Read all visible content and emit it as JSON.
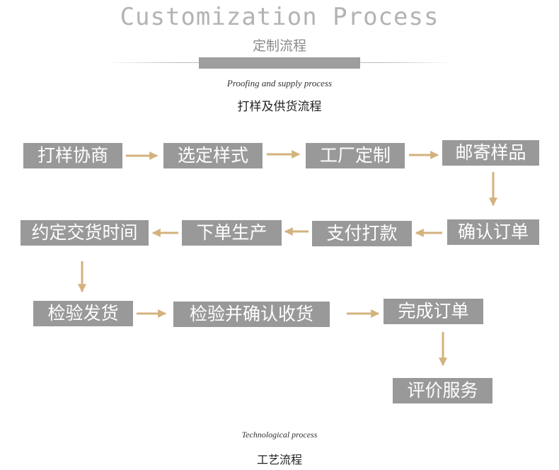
{
  "header": {
    "title": "Customization Process",
    "subtitle": "定制流程"
  },
  "proofing": {
    "title_en": "Proofing and supply process",
    "title_cn": "打样及供货流程"
  },
  "steps": [
    "打样协商",
    "选定样式",
    "工厂定制",
    "邮寄样品",
    "确认订单",
    "支付打款",
    "下单生产",
    "约定交货时间",
    "检验发货",
    "检验并确认收货",
    "完成订单",
    "评价服务"
  ],
  "footer": {
    "title_en": "Technological process",
    "title_cn": "工艺流程"
  },
  "colors": {
    "box": "#999999",
    "arrow": "#d4b27e",
    "title": "#b3b3b3"
  }
}
